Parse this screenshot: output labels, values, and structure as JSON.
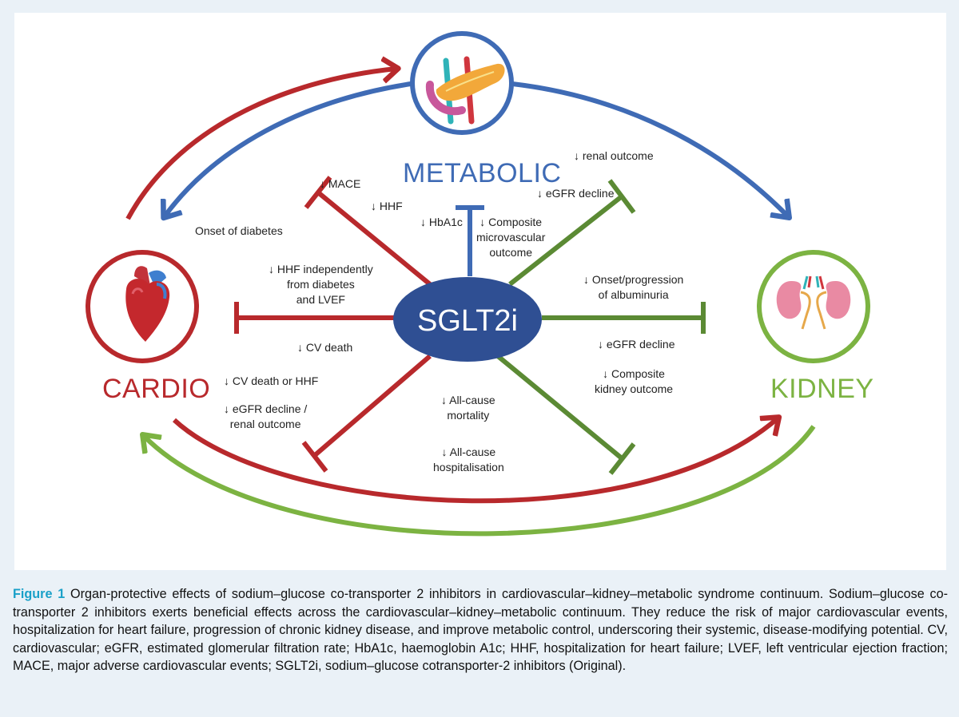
{
  "organs": {
    "metabolic": "METABOLIC",
    "cardio": "CARDIO",
    "kidney": "KIDNEY"
  },
  "center": "SGLT2i",
  "labels": {
    "mace": "↓ MACE",
    "hhf": "↓ HHF",
    "onset_diabetes": "Onset of diabetes",
    "hhf_independent": "↓ HHF independently\nfrom diabetes\nand LVEF",
    "cv_death": "↓ CV death",
    "cv_death_hhf": "↓ CV death or HHF",
    "egfr_renal": "↓ eGFR decline /\nrenal outcome",
    "hba1c": "↓ HbA1c",
    "composite_micro": "↓ Composite\nmicrovascular\noutcome",
    "renal_outcome": "↓ renal outcome",
    "egfr_decline_top": "↓ eGFR decline",
    "albuminuria": "↓ Onset/progression\nof albuminuria",
    "egfr_decline_right": "↓ eGFR decline",
    "composite_kidney": "↓ Composite\nkidney outcome",
    "all_cause_mortality": "↓ All-cause\nmortality",
    "all_cause_hosp": "↓ All-cause\nhospitalisation"
  },
  "caption": {
    "figure_label": "Figure 1",
    "text": " Organ-protective effects of sodium–glucose co-transporter 2 inhibitors in cardiovascular–kidney–metabolic syndrome continuum. Sodium–glucose co-transporter 2 inhibitors exerts beneficial effects across the cardiovascular–kidney–metabolic continuum. They reduce the risk of major cardiovascular events, hospitalization for heart failure, progression of chronic kidney disease, and improve metabolic control, underscoring their systemic, disease-modifying potential. CV, cardiovascular; eGFR, estimated glomerular filtration rate; HbA1c, haemoglobin A1c; HHF, hospitalization for heart failure; LVEF, left ventricular ejection fraction; MACE, major adverse cardiovascular events; SGLT2i, sodium–glucose cotransporter-2 inhibitors (Original)."
  },
  "colors": {
    "cardio": "#b8292c",
    "metabolic": "#3f6bb5",
    "kidney": "#7cb342",
    "kidney_dark": "#5b8a34",
    "center": "#2f4f93",
    "accent": "#19a0c8"
  },
  "icons": [
    "heart-icon",
    "pancreas-icon",
    "kidneys-icon"
  ]
}
